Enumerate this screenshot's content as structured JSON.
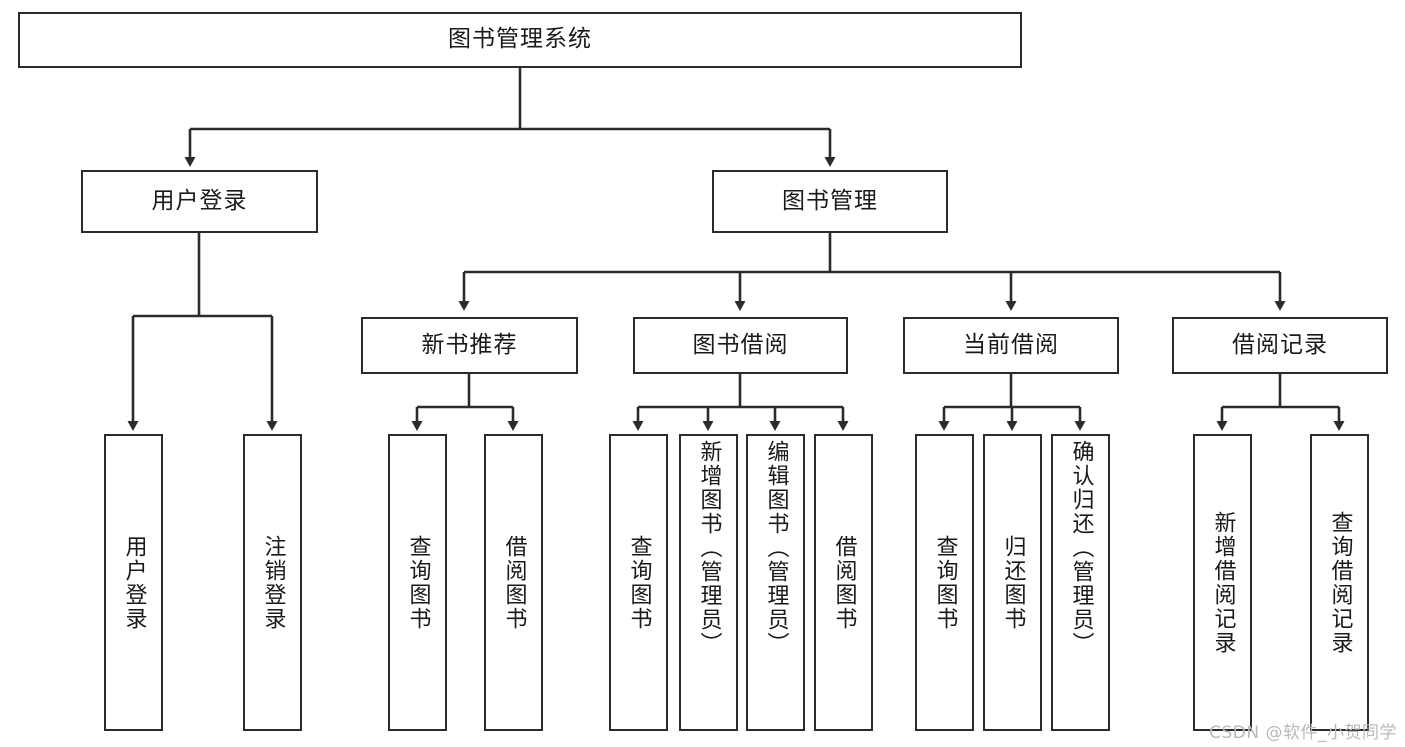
{
  "diagram": {
    "title": "图书管理系统",
    "type": "hierarchy-tree",
    "root": {
      "id": "root",
      "label": "图书管理系统"
    },
    "level2": [
      {
        "id": "user-login",
        "label": "用户登录"
      },
      {
        "id": "book-manage",
        "label": "图书管理"
      }
    ],
    "level3": [
      {
        "id": "new-book-rec",
        "label": "新书推荐"
      },
      {
        "id": "book-borrow",
        "label": "图书借阅"
      },
      {
        "id": "current-borrow",
        "label": "当前借阅"
      },
      {
        "id": "borrow-record",
        "label": "借阅记录"
      }
    ],
    "leaves": [
      {
        "id": "leaf-user-login",
        "label": "用户登录",
        "parent": "user-login"
      },
      {
        "id": "leaf-logout-login",
        "label": "注销登录",
        "parent": "user-login"
      },
      {
        "id": "leaf-query-book-1",
        "label": "查询图书",
        "parent": "new-book-rec"
      },
      {
        "id": "leaf-borrow-book-1",
        "label": "借阅图书",
        "parent": "new-book-rec"
      },
      {
        "id": "leaf-query-book-2",
        "label": "查询图书",
        "parent": "book-borrow"
      },
      {
        "id": "leaf-add-book",
        "label": "新增图书（管理员）",
        "parent": "book-borrow"
      },
      {
        "id": "leaf-edit-book",
        "label": "编辑图书（管理员）",
        "parent": "book-borrow"
      },
      {
        "id": "leaf-borrow-book-2",
        "label": "借阅图书",
        "parent": "book-borrow"
      },
      {
        "id": "leaf-query-book-3",
        "label": "查询图书",
        "parent": "current-borrow"
      },
      {
        "id": "leaf-return-book",
        "label": "归还图书",
        "parent": "current-borrow"
      },
      {
        "id": "leaf-confirm-return",
        "label": "确认归还（管理员）",
        "parent": "current-borrow"
      },
      {
        "id": "leaf-add-record",
        "label": "新增借阅记录",
        "parent": "borrow-record"
      },
      {
        "id": "leaf-query-record",
        "label": "查询借阅记录",
        "parent": "borrow-record"
      }
    ],
    "watermark": "CSDN @软件_小贺同学",
    "colors": {
      "stroke": "#2b2b2b",
      "background": "#ffffff",
      "text": "#1a1a1a",
      "watermark": "#b9b9b9"
    }
  }
}
